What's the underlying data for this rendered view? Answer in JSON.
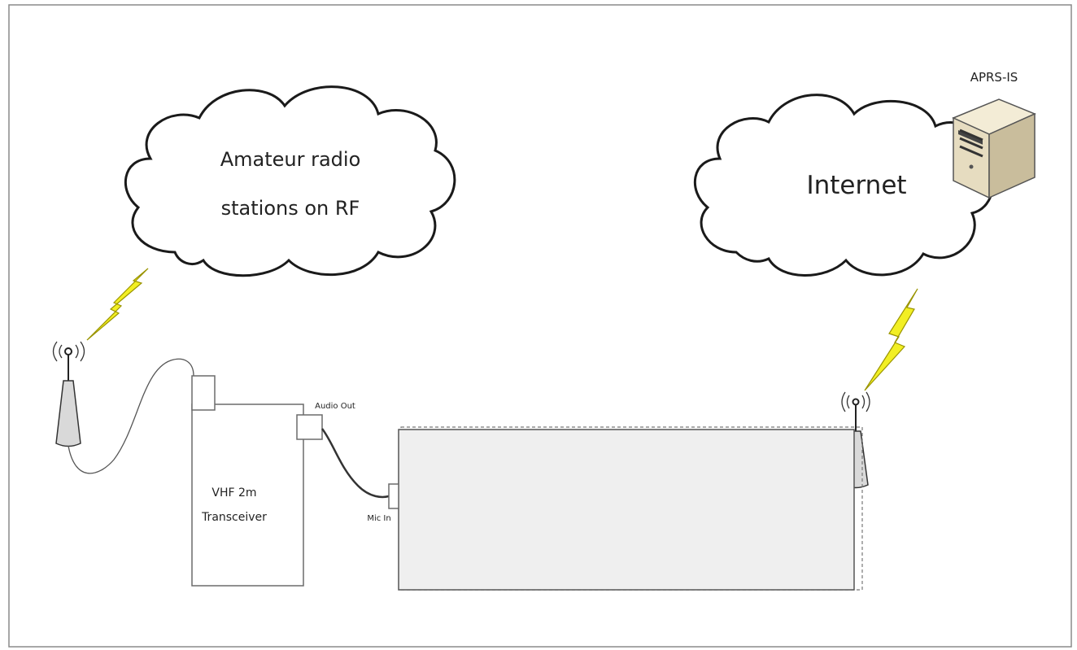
{
  "clouds": {
    "rf": {
      "line1": "Amateur radio",
      "line2": "stations on RF"
    },
    "internet": {
      "label": "Internet"
    }
  },
  "server": {
    "label": "APRS-IS"
  },
  "transceiver": {
    "line1": "VHF 2m",
    "line2": "Transceiver"
  },
  "ports": {
    "audio_out": "Audio Out",
    "mic_in": "Mic In"
  },
  "colors": {
    "outline": "#6b6b6b",
    "lightning_fill": "#f2ef24",
    "lightning_stroke": "#9a9400",
    "gateway_fill": "#efefef",
    "antenna_fill": "#d9d9d9",
    "server_body": "#e6dcc0"
  }
}
